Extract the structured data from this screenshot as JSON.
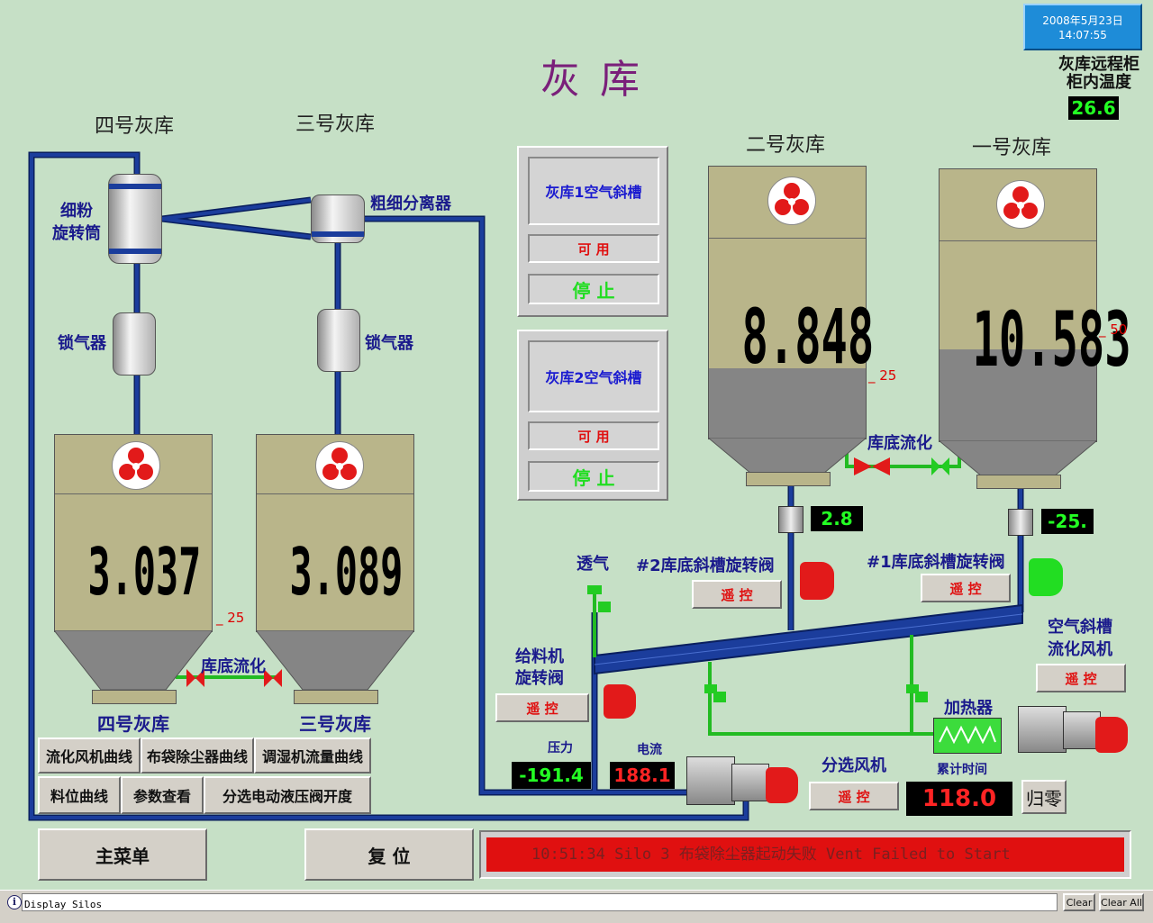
{
  "header": {
    "title": "灰 库",
    "datetime_line1": "2008年5月23日",
    "datetime_line2": "14:07:55"
  },
  "cabinet": {
    "label_line1": "灰库远程柜",
    "label_line2": "柜内温度",
    "temperature": "26.6"
  },
  "silos": {
    "silo4": {
      "top_label": "四号灰库",
      "bottom_label": "四号灰库",
      "level": "3.037",
      "mark": "_ 25",
      "fill_fraction": 0.31
    },
    "silo3": {
      "top_label": "三号灰库",
      "bottom_label": "三号灰库",
      "level": "3.089",
      "fill_fraction": 0.31
    },
    "silo2": {
      "top_label": "二号灰库",
      "level": "8.848",
      "mark": "_ 25",
      "fill_fraction": 0.47,
      "outlet_value": "2.8"
    },
    "silo1": {
      "top_label": "一号灰库",
      "level": "10.583",
      "mark": "_ 50",
      "fill_fraction": 0.6,
      "outlet_value": "-25."
    }
  },
  "equipment": {
    "fine_powder_cylinder_l1": "细粉",
    "fine_powder_cylinder_l2": "旋转筒",
    "separator": "粗细分离器",
    "air_lock_left": "锁气器",
    "air_lock_right": "锁气器",
    "bottom_fluidize_left": "库底流化",
    "bottom_fluidize_right": "库底流化",
    "vent": "透气",
    "valve2_label": "#2库底斜槽旋转阀",
    "valve1_label": "#1库底斜槽旋转阀",
    "feeder_l1": "给料机",
    "feeder_l2": "旋转阀",
    "air_chute_fan_l1": "空气斜槽",
    "air_chute_fan_l2": "流化风机",
    "heater": "加热器",
    "separator_fan": "分选风机",
    "pressure_label": "压力",
    "current_label": "电流",
    "pressure_value": "-191.4",
    "current_value": "188.1",
    "accum_time_label": "累计时间",
    "accum_time_value": "118.0",
    "reset_zero": "归零"
  },
  "chute_panels": [
    {
      "title": "灰库1空气斜槽",
      "avail": "可 用",
      "state": "停 止"
    },
    {
      "title": "灰库2空气斜槽",
      "avail": "可 用",
      "state": "停 止"
    }
  ],
  "remote": {
    "valve2": "遥 控",
    "valve1": "遥 控",
    "feeder": "遥 控",
    "air_chute_fan": "遥 控",
    "separator_fan": "遥 控"
  },
  "nav_buttons": {
    "fluid_fan_curve": "流化风机曲线",
    "bag_filter_curve": "布袋除尘器曲线",
    "humidifier_curve": "调湿机流量曲线",
    "level_curve": "料位曲线",
    "params": "参数查看",
    "valve_opening": "分选电动液压阀开度",
    "main_menu": "主菜单",
    "reset": "复 位"
  },
  "alarm": {
    "text": "10:51:34 Silo 3 布袋除尘器起动失败  Vent  Failed to Start"
  },
  "statusbar": {
    "text": "Display Silos",
    "clear": "Clear",
    "clear_all": "Clear All"
  },
  "colors": {
    "background": "#c6e0c6",
    "pipe": "#1b3d9c",
    "green_pipe": "#22bb22",
    "alarm_red": "#e01010"
  }
}
